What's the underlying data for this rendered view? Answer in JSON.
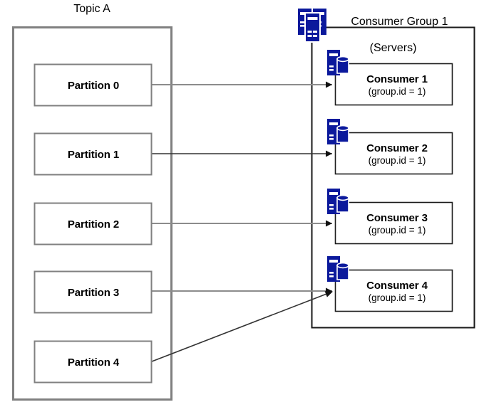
{
  "diagram": {
    "title_topic": "Topic A",
    "group_title_line1": "Consumer Group 1",
    "group_title_line2": "(Servers)",
    "colors": {
      "icon_blue": "#0b199c",
      "icon_blue_dark": "#0a1580",
      "box_border_gray": "#808080",
      "box_border_black": "#1a1a1a",
      "arrow_gray": "#8c8c8c",
      "arrow_dark": "#333333",
      "background": "#ffffff"
    },
    "topic_box": {
      "name": "Topic A",
      "border": "#808080"
    },
    "partitions": [
      {
        "label": "Partition 0"
      },
      {
        "label": "Partition 1"
      },
      {
        "label": "Partition 2"
      },
      {
        "label": "Partition 3"
      },
      {
        "label": "Partition 4"
      }
    ],
    "consumer_group_box": {
      "name": "Consumer Group 1",
      "border": "#1a1a1a"
    },
    "consumers": [
      {
        "label": "Consumer 1",
        "sublabel": "(group.id = 1)",
        "icon": "server-database-icon"
      },
      {
        "label": "Consumer 2",
        "sublabel": "(group.id = 1)",
        "icon": "server-database-icon"
      },
      {
        "label": "Consumer 3",
        "sublabel": "(group.id = 1)",
        "icon": "server-database-icon"
      },
      {
        "label": "Consumer 4",
        "sublabel": "(group.id = 1)",
        "icon": "server-database-icon"
      }
    ],
    "group_icon": "server-stack-icon",
    "connections": [
      {
        "from": "Partition 0",
        "to": "Consumer 1"
      },
      {
        "from": "Partition 1",
        "to": "Consumer 2"
      },
      {
        "from": "Partition 2",
        "to": "Consumer 3"
      },
      {
        "from": "Partition 3",
        "to": "Consumer 4"
      },
      {
        "from": "Partition 4",
        "to": "Consumer 4"
      }
    ]
  }
}
